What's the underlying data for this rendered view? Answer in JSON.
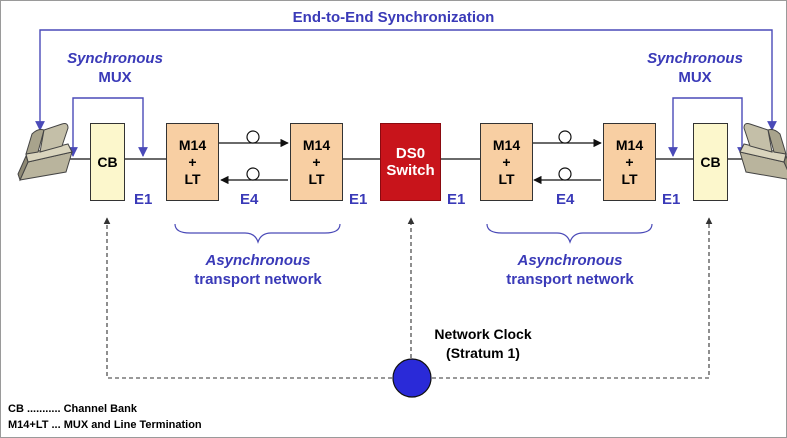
{
  "title": "End-to-End Synchronization",
  "left_mux_label": [
    "Synchronous",
    "MUX"
  ],
  "right_mux_label": [
    "Synchronous",
    "MUX"
  ],
  "boxes": {
    "cb": "CB",
    "m14_lines": [
      "M14",
      "+",
      "LT"
    ],
    "ds0_lines": [
      "DS0",
      "Switch"
    ]
  },
  "link_labels": {
    "e1_1": "E1",
    "e4_1": "E4",
    "e1_2": "E1",
    "e1_3": "E1",
    "e4_2": "E4",
    "e1_4": "E1"
  },
  "async_left": [
    "Asynchronous",
    "transport network"
  ],
  "async_right": [
    "Asynchronous",
    "transport network"
  ],
  "clock_label": [
    "Network Clock",
    "(Stratum 1)"
  ],
  "legend": [
    "CB ........... Channel Bank",
    "M14+LT ... MUX and Line Termination"
  ],
  "colors": {
    "label_blue": "#3a3ab8",
    "cb_fill": "#fcf7cc",
    "m14_fill": "#f8cfa3",
    "ds0_fill": "#c8141b",
    "clock_fill": "#2a2ad8",
    "connector_blue": "#4a4ab8"
  },
  "icons": [
    "telephone-icon",
    "telephone-icon"
  ]
}
